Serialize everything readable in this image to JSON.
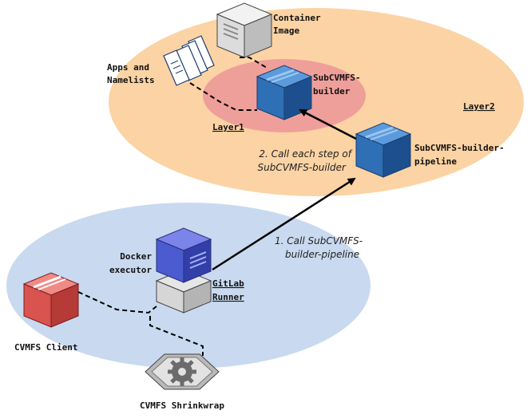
{
  "labels": {
    "container_image_1": "Container",
    "container_image_2": "Image",
    "apps_1": "Apps and",
    "apps_2": "Namelists",
    "builder_1": "SubCVMFS-",
    "builder_2": "builder",
    "layer1": "Layer1",
    "layer2": "Layer2",
    "pipeline_1": "SubCVMFS-builder-",
    "pipeline_2": "pipeline",
    "step2_1": "2. Call each step of",
    "step2_2": "SubCVMFS-builder",
    "step1_1": "1. Call SubCVMFS-",
    "step1_2": "builder-pipeline",
    "docker_1": "Docker",
    "docker_2": "executor",
    "gitlab_1": "GitLab",
    "gitlab_2": "Runner",
    "cvmfs_client": "CVMFS Client",
    "shrinkwrap": "CVMFS Shrinkwrap"
  },
  "icons": {
    "container_image": "server-box-icon",
    "documents": "document-stack-icon",
    "builder": "cube-icon",
    "pipeline": "cube-icon",
    "docker_executor": "cube-icon",
    "gitlab_runner": "server-block-icon",
    "cvmfs_client": "cube-icon",
    "shrinkwrap": "gear-icon"
  },
  "colors": {
    "layer2_fill": "#fcd3a4",
    "layer1_fill": "#ef9f9a",
    "lower_region_fill": "#c9d9ef",
    "cube_blue": "#2f6fb5",
    "cube_purple_blue": "#4b5bd0",
    "cube_red": "#d9534f",
    "runner_gray": "#cfcfcf",
    "arrow": "#000000"
  }
}
